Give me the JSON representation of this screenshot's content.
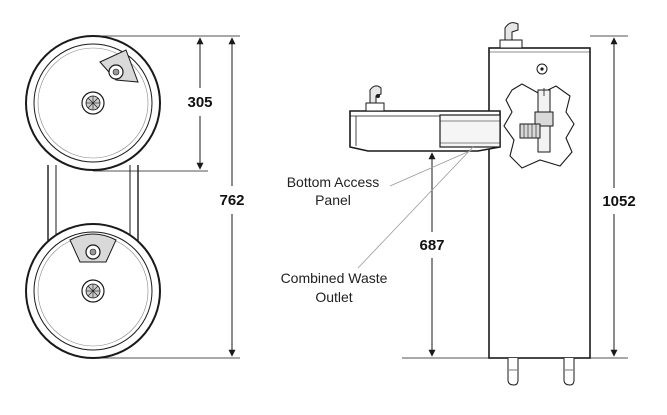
{
  "dimensions": {
    "bowl_depth": "305",
    "unit_height_plan": "762",
    "fountain_height": "687",
    "pedestal_height": "1052"
  },
  "labels": {
    "bottom_access_panel_line1": "Bottom Access",
    "bottom_access_panel_line2": "Panel",
    "combined_waste_outlet_line1": "Combined Waste",
    "combined_waste_outlet_line2": "Outlet"
  },
  "colors": {
    "line": "#1a1a1a",
    "fill_light": "#f2f2f2",
    "fill_mid": "#d9d9d9"
  }
}
